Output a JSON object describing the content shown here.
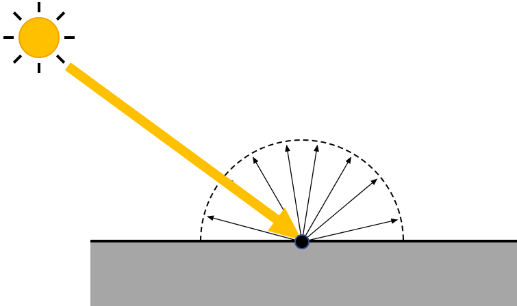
{
  "diagram": {
    "elements": [
      "sun-icon",
      "incident-light-ray",
      "surface",
      "reflection-hemisphere",
      "reflected-rays",
      "reflection-point"
    ],
    "colors": {
      "sun": "#ffc000",
      "sun_outline": "#f5a300",
      "sun_rays": "#000000",
      "incident_ray": "#ffc000",
      "surface_fill": "#a6a6a6",
      "surface_edge": "#000000",
      "hemisphere": "#000000",
      "reflected_rays": "#000000",
      "point_fill": "#000000",
      "point_outline": "#2f4f8f"
    },
    "reflected_ray_angles_deg": [
      13,
      40,
      60,
      81,
      99,
      120,
      140,
      165
    ],
    "reflected_ray_count": 8
  }
}
